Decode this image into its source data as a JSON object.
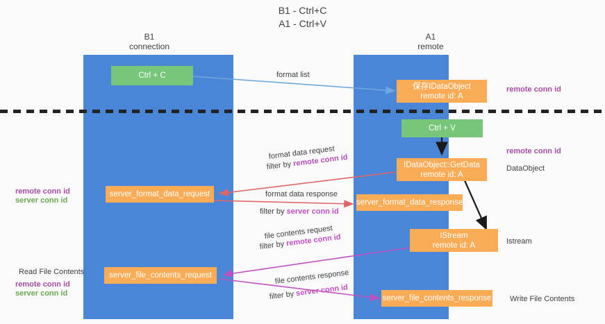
{
  "title": {
    "line1": "B1 - Ctrl+C",
    "line2": "A1 - Ctrl+V"
  },
  "lanes": [
    {
      "id": "b1",
      "name": "B1",
      "sub": "connection",
      "color": "#4a86d8"
    },
    {
      "id": "a1",
      "name": "A1",
      "sub": "remote",
      "color": "#4a86d8"
    }
  ],
  "nodes": {
    "ctrl_c": {
      "label": "Ctrl + C",
      "color": "#77c67a"
    },
    "ctrl_v": {
      "label": "Ctrl + V",
      "color": "#77c67a"
    },
    "store_dataobject": {
      "line1": "保存IDataObject",
      "line2": "remote id: A",
      "color": "#f9ab55"
    },
    "getdata": {
      "line1": "IDataObject::GetData",
      "line2": "remote id: A",
      "color": "#f9ab55"
    },
    "istream": {
      "line1": "IStream",
      "line2": "remote id: A",
      "color": "#f9ab55"
    },
    "server_format_data_request": {
      "label": "server_format_data_request",
      "color": "#f9ab55"
    },
    "server_format_data_response": {
      "label": "server_format_data_response",
      "color": "#f9ab55"
    },
    "server_file_contents_request": {
      "label": "server_file_contents_request",
      "color": "#f9ab55"
    },
    "server_file_contents_response": {
      "label": "server_file_contents_response",
      "color": "#f9ab55"
    }
  },
  "edge_labels": {
    "format_list": "format list",
    "format_data_request": "format data request",
    "format_data_request_filter_prefix": "filter by ",
    "format_data_request_filter_key": "remote conn id",
    "format_data_response": "format data response",
    "format_data_response_filter_prefix": "filter by ",
    "format_data_response_filter_key": "server conn id",
    "file_contents_request": "file contents request",
    "file_contents_request_filter_prefix": "filter by ",
    "file_contents_request_filter_key": "remote conn id",
    "file_contents_response": "file contents response",
    "file_contents_response_filter_prefix": "filter by ",
    "file_contents_response_filter_key": "server conn id"
  },
  "side_labels": {
    "right_remote_conn_id_top": "remote conn id",
    "right_remote_conn_id_mid": "remote conn id",
    "right_dataobject": "DataObject",
    "right_istream": "Istream",
    "right_write_file_contents": "Write File Contents",
    "left_remote_conn_id_mid": "remote conn id",
    "left_server_conn_id_mid": "server conn id",
    "left_read_file_contents": "Read File Contents",
    "left_remote_conn_id_bot": "remote conn id",
    "left_server_conn_id_bot": "server conn id"
  },
  "colors": {
    "lane": "#4a86d8",
    "node_orange": "#f9ab55",
    "node_green": "#77c67a",
    "arrow_blue": "#6fa8dc",
    "arrow_red": "#e06666",
    "arrow_magenta": "#c04fc0",
    "arrow_black": "#1a1a1a",
    "divider": "#222222",
    "text_purple": "#a64ca6",
    "text_green": "#6aa84f"
  }
}
